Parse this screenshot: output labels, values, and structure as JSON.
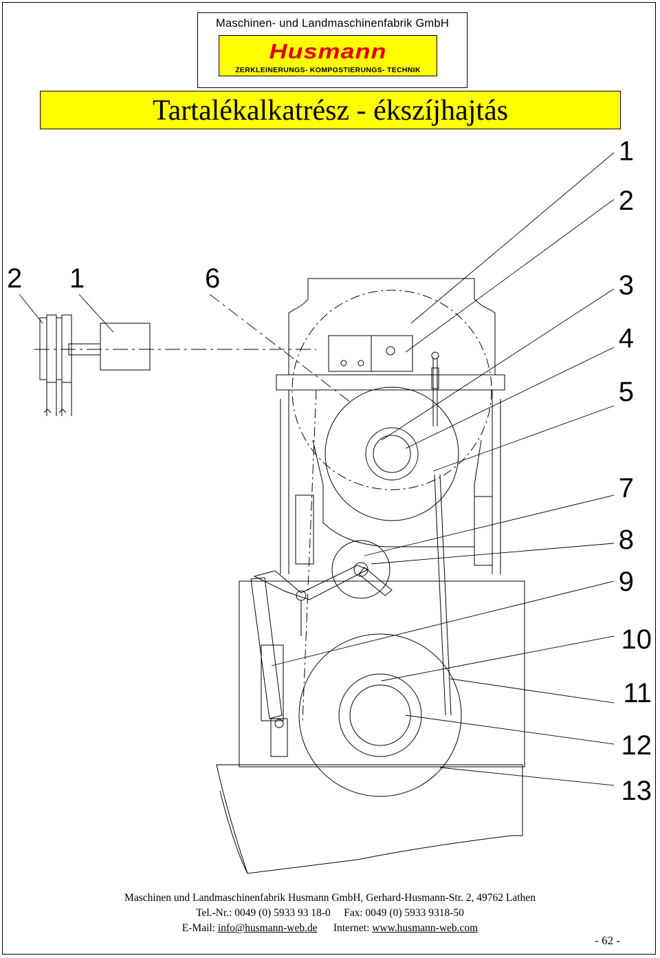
{
  "logo": {
    "company": "Maschinen- und Landmaschinenfabrik GmbH",
    "brand": "Husmann",
    "tagline": "ZERKLEINERUNGS- KOMPOSTIERUNGS- TECHNIK"
  },
  "title": "Tartalékalkatrész - ékszíjhajtás",
  "callouts": {
    "right": [
      "1",
      "2",
      "3",
      "4",
      "5",
      "7",
      "8",
      "9",
      "10",
      "11",
      "12",
      "13"
    ],
    "left": [
      "2",
      "1",
      "6"
    ]
  },
  "footer": {
    "line1": "Maschinen und Landmaschinenfabrik Husmann GmbH, Gerhard-Husmann-Str. 2, 49762 Lathen",
    "line2": "Tel.-Nr.: 0049 (0) 5933 93 18-0     Fax: 0049 (0) 5933 9318-50",
    "email_label": "E-Mail:",
    "email": "info@husmann-web.de",
    "internet_label": "Internet:",
    "internet": "www.husmann-web.com",
    "page": "- 62 -"
  }
}
